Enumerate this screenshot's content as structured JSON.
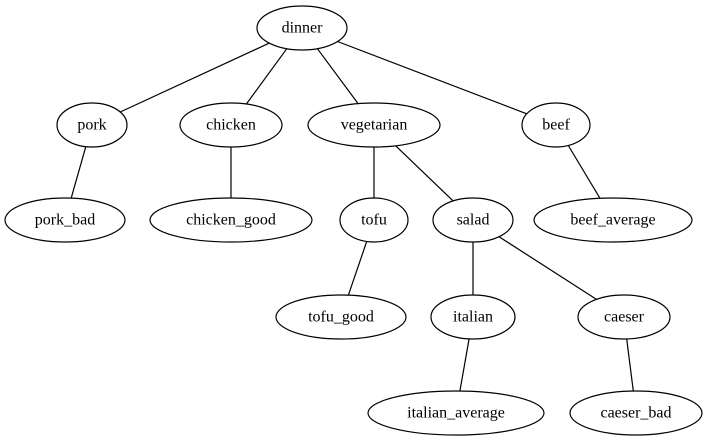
{
  "nodes": [
    {
      "id": "dinner",
      "label": "dinner"
    },
    {
      "id": "pork",
      "label": "pork"
    },
    {
      "id": "chicken",
      "label": "chicken"
    },
    {
      "id": "vegetarian",
      "label": "vegetarian"
    },
    {
      "id": "beef",
      "label": "beef"
    },
    {
      "id": "pork_bad",
      "label": "pork_bad"
    },
    {
      "id": "chicken_good",
      "label": "chicken_good"
    },
    {
      "id": "tofu",
      "label": "tofu"
    },
    {
      "id": "salad",
      "label": "salad"
    },
    {
      "id": "beef_average",
      "label": "beef_average"
    },
    {
      "id": "tofu_good",
      "label": "tofu_good"
    },
    {
      "id": "italian",
      "label": "italian"
    },
    {
      "id": "caeser",
      "label": "caeser"
    },
    {
      "id": "italian_average",
      "label": "italian_average"
    },
    {
      "id": "caeser_bad",
      "label": "caeser_bad"
    }
  ],
  "edges": [
    {
      "from": "dinner",
      "to": "pork"
    },
    {
      "from": "dinner",
      "to": "chicken"
    },
    {
      "from": "dinner",
      "to": "vegetarian"
    },
    {
      "from": "dinner",
      "to": "beef"
    },
    {
      "from": "pork",
      "to": "pork_bad"
    },
    {
      "from": "chicken",
      "to": "chicken_good"
    },
    {
      "from": "vegetarian",
      "to": "tofu"
    },
    {
      "from": "vegetarian",
      "to": "salad"
    },
    {
      "from": "beef",
      "to": "beef_average"
    },
    {
      "from": "tofu",
      "to": "tofu_good"
    },
    {
      "from": "salad",
      "to": "italian"
    },
    {
      "from": "salad",
      "to": "caeser"
    },
    {
      "from": "italian",
      "to": "italian_average"
    },
    {
      "from": "caeser",
      "to": "caeser_bad"
    }
  ]
}
